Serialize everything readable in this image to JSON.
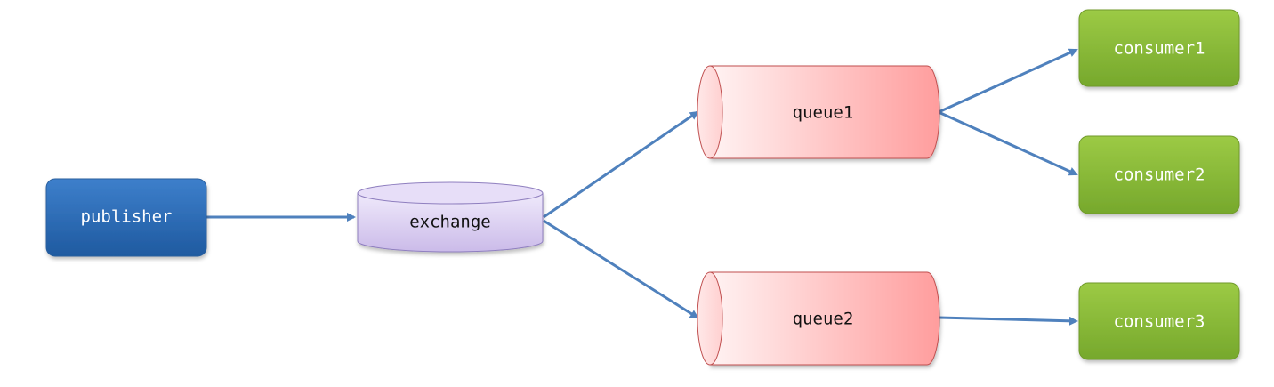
{
  "nodes": {
    "publisher": "publisher",
    "exchange": "exchange",
    "queue1": "queue1",
    "queue2": "queue2",
    "consumer1": "consumer1",
    "consumer2": "consumer2",
    "consumer3": "consumer3"
  },
  "colors": {
    "publisher": "#2e6cb5",
    "exchange": "#d9cdf0",
    "queue": "#ffb3b3",
    "consumer": "#8dbd3a",
    "arrow": "#4f81bd"
  }
}
